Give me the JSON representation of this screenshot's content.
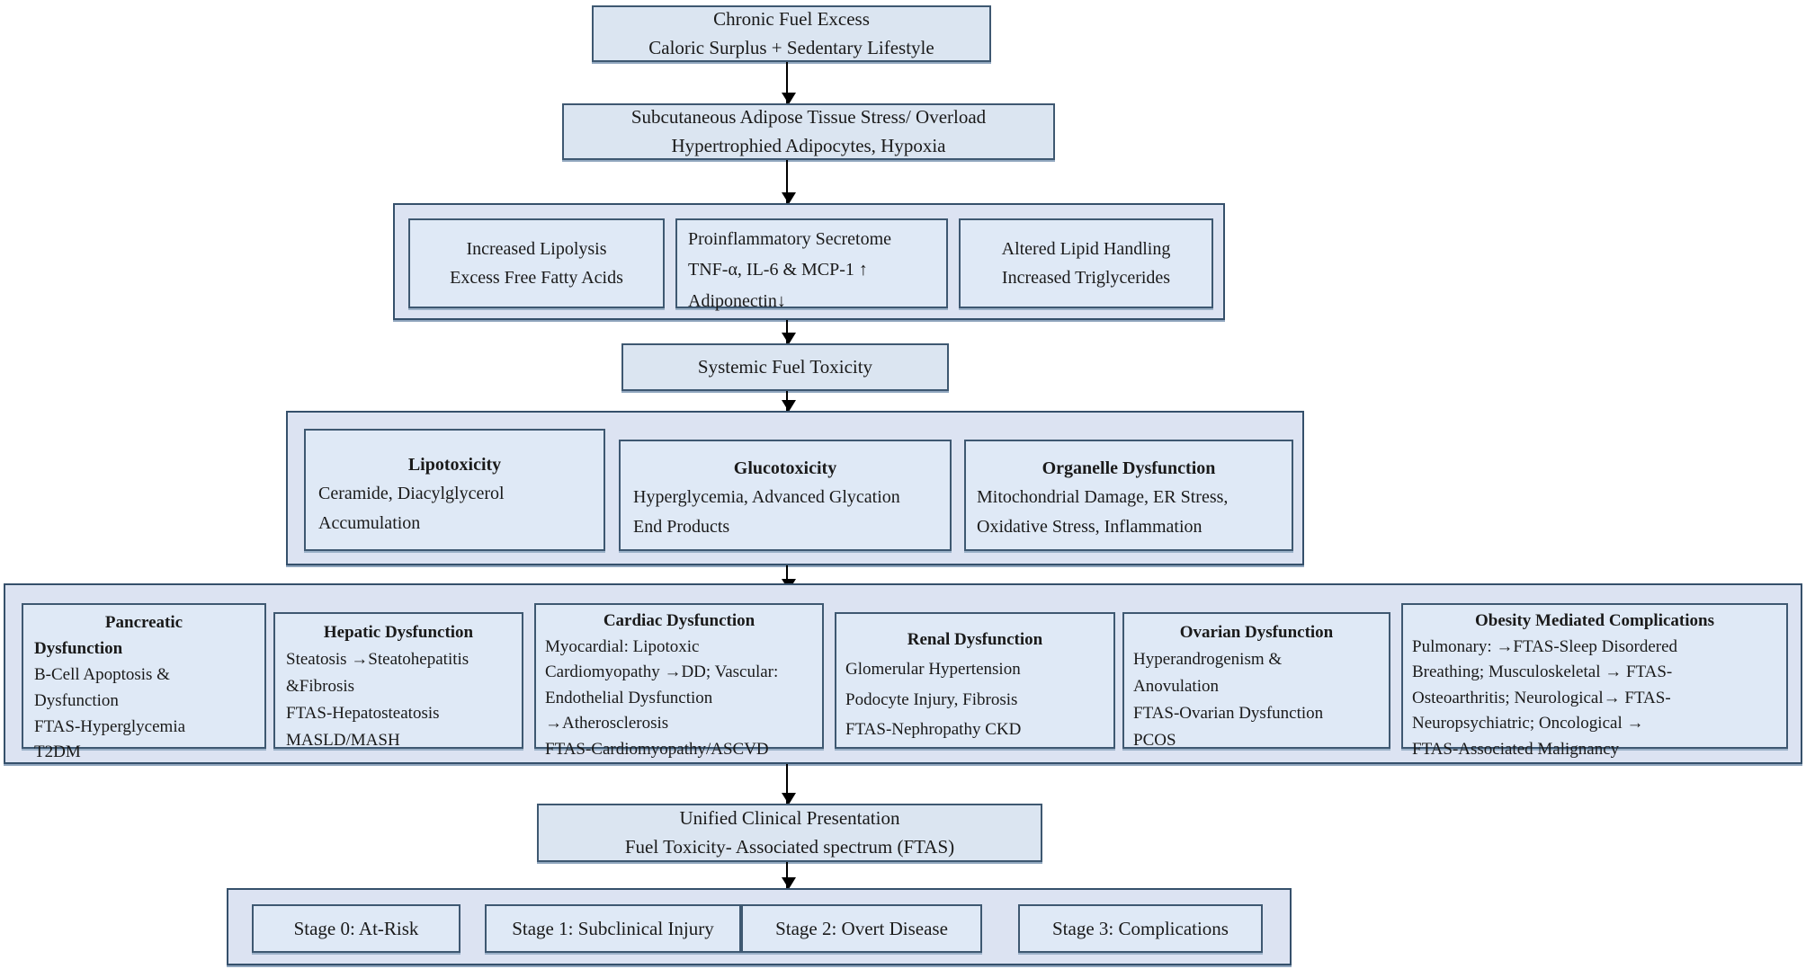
{
  "diagram": {
    "title": "Fuel Toxicity-Associated Spectrum (FTAS) Pathophysiology Flowchart",
    "colors": {
      "node_fill": "#dbe5f1",
      "group_fill": "#dce3f2",
      "card_fill": "#dfe9f6",
      "border": "#3e5871",
      "arrow": "#000000",
      "background": "#ffffff"
    },
    "nodes": {
      "chronic_fuel_excess": {
        "line1": "Chronic Fuel Excess",
        "line2": "Caloric Surplus + Sedentary Lifestyle"
      },
      "adipose_stress": {
        "line1": "Subcutaneous Adipose Tissue Stress/ Overload",
        "line2": "Hypertrophied  Adipocytes, Hypoxia"
      },
      "systemic_fuel_toxicity": {
        "line1": "Systemic Fuel Toxicity"
      },
      "unified_clinical_presentation": {
        "line1": "Unified Clinical Presentation",
        "line2": "Fuel Toxicity- Associated spectrum (FTAS)"
      }
    },
    "adipose_response_row": [
      {
        "name": "increased-lipolysis",
        "lines": [
          "Increased Lipolysis",
          "Excess Free  Fatty Acids"
        ]
      },
      {
        "name": "proinflammatory-secretome",
        "lines": [
          "Proinflammatory  Secretome",
          "TNF-α, IL-6 & MCP-1 ↑",
          "Adiponectin↓"
        ]
      },
      {
        "name": "altered-lipid-handling",
        "lines": [
          "Altered Lipid  Handling",
          "Increased Triglycerides"
        ]
      }
    ],
    "toxicity_mechanism_row": [
      {
        "name": "lipotoxicity",
        "header": "Lipotoxicity",
        "lines": [
          "Ceramide,  Diacylglycerol",
          "Accumulation"
        ]
      },
      {
        "name": "glucotoxicity",
        "header": "Glucotoxicity",
        "lines": [
          "Hyperglycemia,  Advanced Glycation",
          "End Products"
        ]
      },
      {
        "name": "organelle-dysfunction",
        "header": "Organelle Dysfunction",
        "lines": [
          "Mitochondrial Damage, ER Stress,",
          "Oxidative  Stress, Inflammation"
        ]
      }
    ],
    "organ_dysfunction_row": [
      {
        "name": "pancreatic-dysfunction",
        "header": "Pancreatic",
        "header2": "Dysfunction",
        "lines": [
          "B-Cell  Apoptosis &",
          "Dysfunction",
          "FTAS-Hyperglycemia",
          "T2DM"
        ]
      },
      {
        "name": "hepatic-dysfunction",
        "header": "Hepatic  Dysfunction",
        "lines": [
          "Steatosis →Steatohepatitis",
          "&Fibrosis",
          "FTAS-Hepatosteatosis",
          "MASLD/MASH"
        ]
      },
      {
        "name": "cardiac-dysfunction",
        "header": "Cardiac  Dysfunction",
        "lines": [
          "Myocardial: Lipotoxic",
          "Cardiomyopathy →DD; Vascular:",
          "Endothelial  Dysfunction",
          "→Atherosclerosis",
          " FTAS-Cardiomyopathy/ASCVD"
        ]
      },
      {
        "name": "renal-dysfunction",
        "header": "Renal Dysfunction",
        "lines": [
          "Glomerular  Hypertension",
          "Podocyte Injury, Fibrosis",
          " FTAS-Nephropathy CKD"
        ]
      },
      {
        "name": "ovarian-dysfunction",
        "header": "Ovarian  Dysfunction",
        "lines": [
          "Hyperandrogenism &",
          "Anovulation",
          "FTAS-Ovarian Dysfunction",
          "PCOS"
        ]
      },
      {
        "name": "obesity-mediated-complications",
        "header": "Obesity Mediated  Complications",
        "lines": [
          "Pulmonary: →FTAS-Sleep Disordered",
          "Breathing; Musculoskeletal → FTAS-",
          "Osteoarthritis; Neurological→ FTAS-",
          "Neuropsychiatric; Oncological →",
          " FTAS-Associated Malignancy"
        ]
      }
    ],
    "stages_row": [
      {
        "name": "stage-0",
        "label": "Stage 0: At-Risk"
      },
      {
        "name": "stage-1",
        "label": "Stage 1: Subclinical Injury"
      },
      {
        "name": "stage-2",
        "label": "Stage 2: Overt Disease"
      },
      {
        "name": "stage-3",
        "label": "Stage 3: Complications"
      }
    ]
  }
}
